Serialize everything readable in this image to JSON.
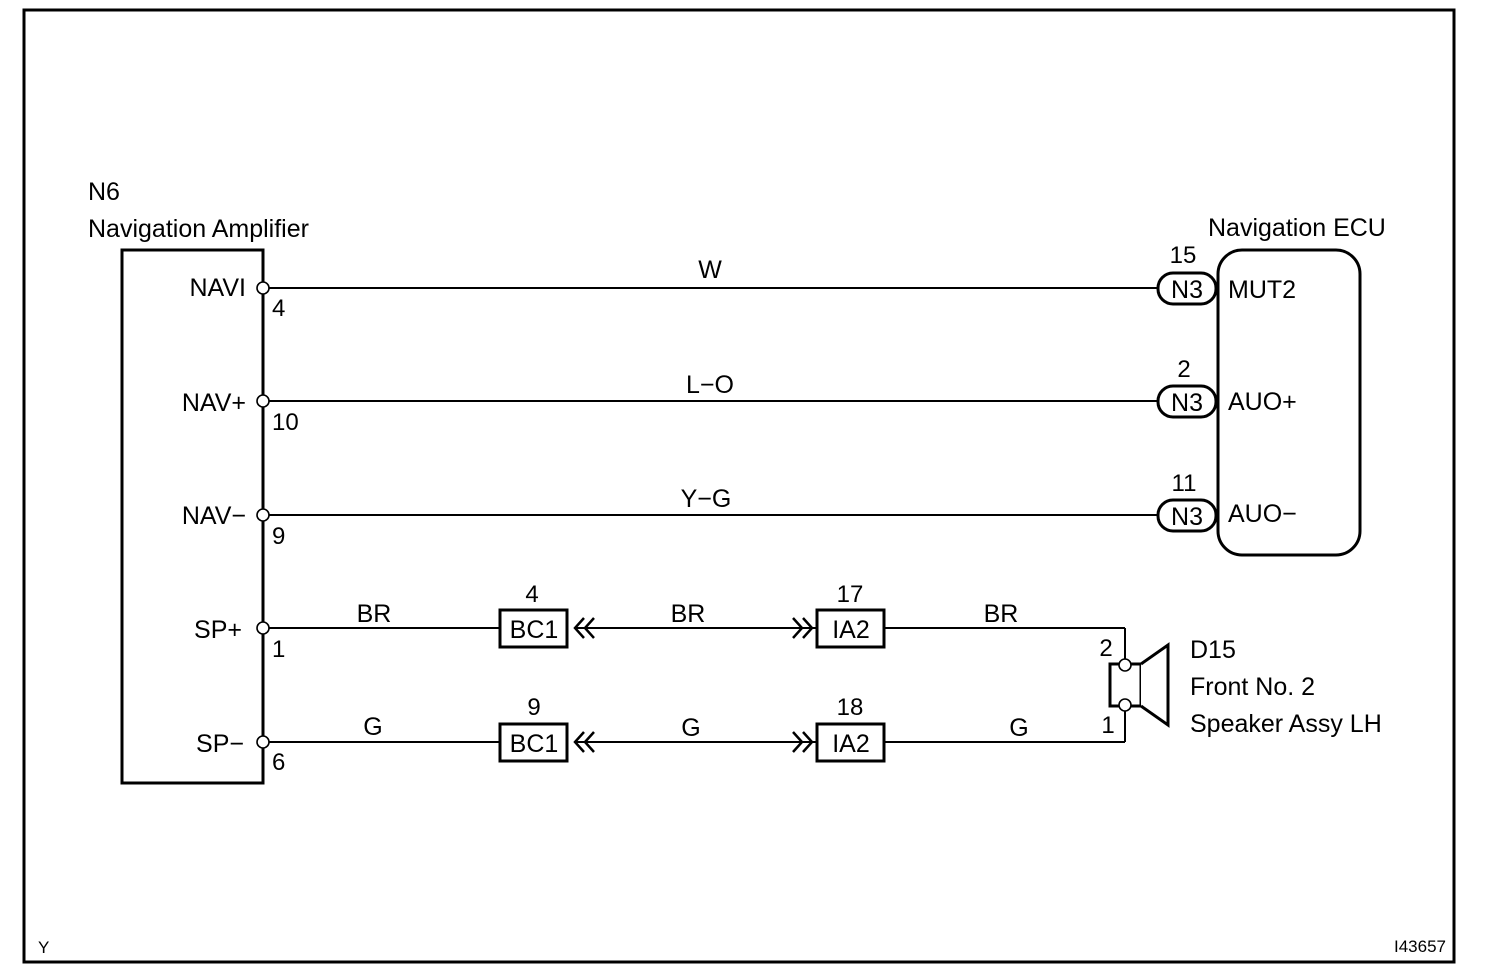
{
  "colors": {
    "line": "#000000",
    "background": "#ffffff"
  },
  "amplifier": {
    "code": "N6",
    "name": "Navigation Amplifier",
    "terminals": [
      {
        "label": "NAVI",
        "pin": "4"
      },
      {
        "label": "NAV+",
        "pin": "10"
      },
      {
        "label": "NAV−",
        "pin": "9"
      },
      {
        "label": "SP+",
        "pin": "1"
      },
      {
        "label": "SP−",
        "pin": "6"
      }
    ]
  },
  "ecu": {
    "name": "Navigation ECU",
    "connector": "N3",
    "terminals": [
      {
        "label": "MUT2",
        "pin": "15",
        "wire": "W"
      },
      {
        "label": "AUO+",
        "pin": "2",
        "wire": "L−O"
      },
      {
        "label": "AUO−",
        "pin": "11",
        "wire": "Y−G"
      }
    ]
  },
  "speaker_circuits": [
    {
      "wire1": "BR",
      "conn1": "BC1",
      "conn1_pin": "4",
      "wire2": "BR",
      "conn2": "IA2",
      "conn2_pin": "17",
      "wire3": "BR",
      "speaker_pin": "2"
    },
    {
      "wire1": "G",
      "conn1": "BC1",
      "conn1_pin": "9",
      "wire2": "G",
      "conn2": "IA2",
      "conn2_pin": "18",
      "wire3": "G",
      "speaker_pin": "1"
    }
  ],
  "speaker": {
    "code": "D15",
    "name_line1": "Front No. 2",
    "name_line2": "Speaker Assy LH",
    "icon": "speaker-icon"
  },
  "corner_left": "Y",
  "figure_id": "I43657"
}
